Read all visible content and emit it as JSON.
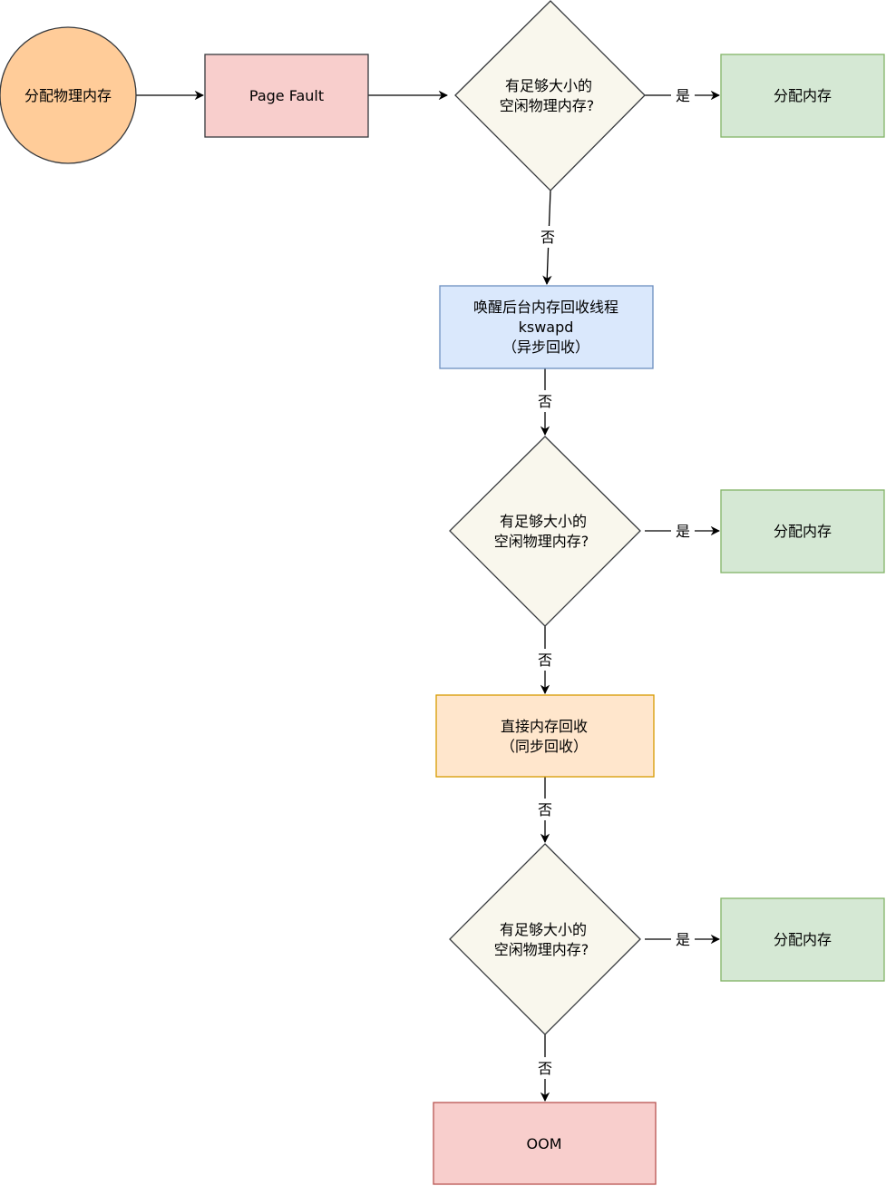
{
  "nodes": {
    "start": {
      "label": "分配物理内存"
    },
    "page_fault": {
      "label": "Page Fault"
    },
    "check1": {
      "line1": "有足够大小的",
      "line2": "空闲物理内存?"
    },
    "alloc1": {
      "label": "分配内存"
    },
    "kswapd": {
      "line1": "唤醒后台内存回收线程",
      "line2": "kswapd",
      "line3": "（异步回收）"
    },
    "check2": {
      "line1": "有足够大小的",
      "line2": "空闲物理内存?"
    },
    "alloc2": {
      "label": "分配内存"
    },
    "direct_reclaim": {
      "line1": "直接内存回收",
      "line2": "（同步回收）"
    },
    "check3": {
      "line1": "有足够大小的",
      "line2": "空闲物理内存?"
    },
    "alloc3": {
      "label": "分配内存"
    },
    "oom": {
      "label": "OOM"
    }
  },
  "edges": {
    "yes": "是",
    "no": "否"
  },
  "colors": {
    "start_fill": "#ffcc99",
    "page_fault_fill": "#f8cecc",
    "decision_fill": "#f9f7ed",
    "alloc_fill": "#d5e8d4",
    "alloc_stroke": "#82b366",
    "kswapd_fill": "#dae8fc",
    "kswapd_stroke": "#6c8ebf",
    "direct_fill": "#ffe6cc",
    "direct_stroke": "#d79b00",
    "oom_fill": "#f8cecc",
    "oom_stroke": "#b85450"
  }
}
